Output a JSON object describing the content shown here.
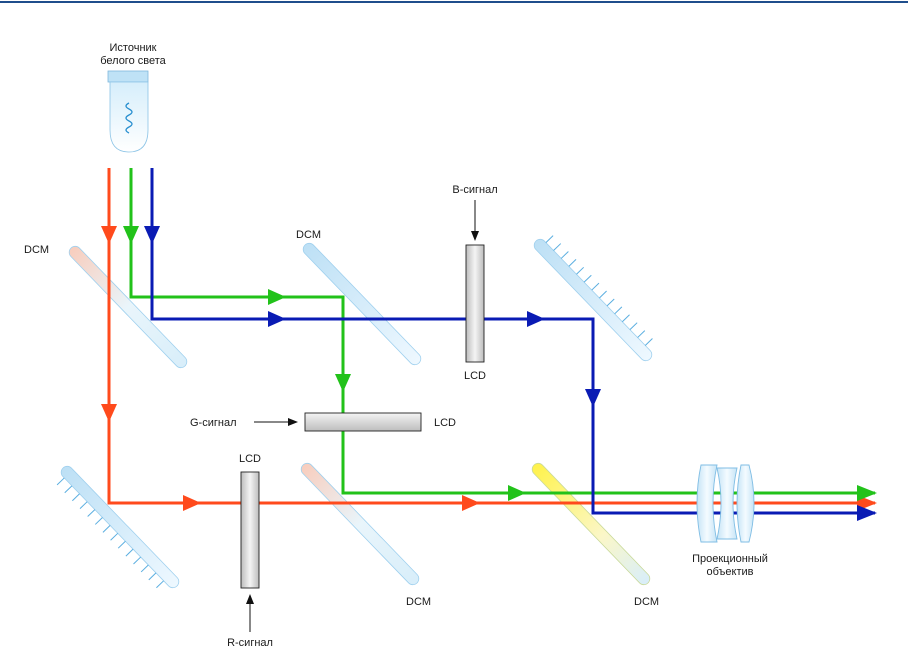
{
  "labels": {
    "source_line1": "Источник",
    "source_line2": "белого света",
    "dcm": "DCM",
    "lcd": "LCD",
    "b_signal": "B-сигнал",
    "g_signal": "G-сигнал",
    "r_signal": "R-сигнал",
    "lens_line1": "Проекционный",
    "lens_line2": "объектив"
  },
  "colors": {
    "red": "#ff4a1c",
    "green": "#22c21a",
    "blue": "#0a1bb4",
    "top_rule": "#1f4e8c",
    "glass": "#cfe8f8",
    "lcd_gray": "#d8d8d8"
  }
}
